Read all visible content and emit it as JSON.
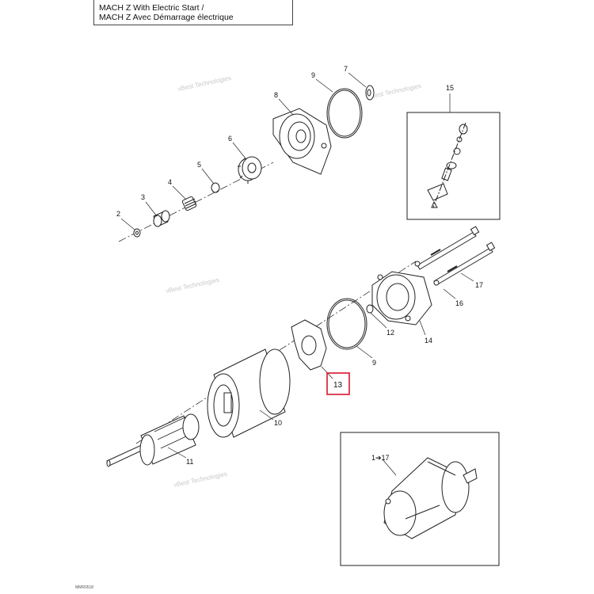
{
  "header": {
    "line1": "MACH Z  With Electric Start /",
    "line2": "MACH Z  Avec Démarrage électrique"
  },
  "callouts": {
    "c1_17": "1➔17",
    "c2": "2",
    "c3": "3",
    "c4": "4",
    "c5": "5",
    "c6": "6",
    "c7": "7",
    "c8": "8",
    "c9a": "9",
    "c9b": "9",
    "c10": "10",
    "c11": "11",
    "c12": "12",
    "c13": "13",
    "c14": "14",
    "c15": "15",
    "c16": "16",
    "c17": "17"
  },
  "watermark": {
    "line1": "vBest Technologies",
    "line2": "Technologies"
  },
  "highlight": {
    "label": "13",
    "color": "#d9162c"
  },
  "footer": {
    "code": "MMR0518"
  }
}
